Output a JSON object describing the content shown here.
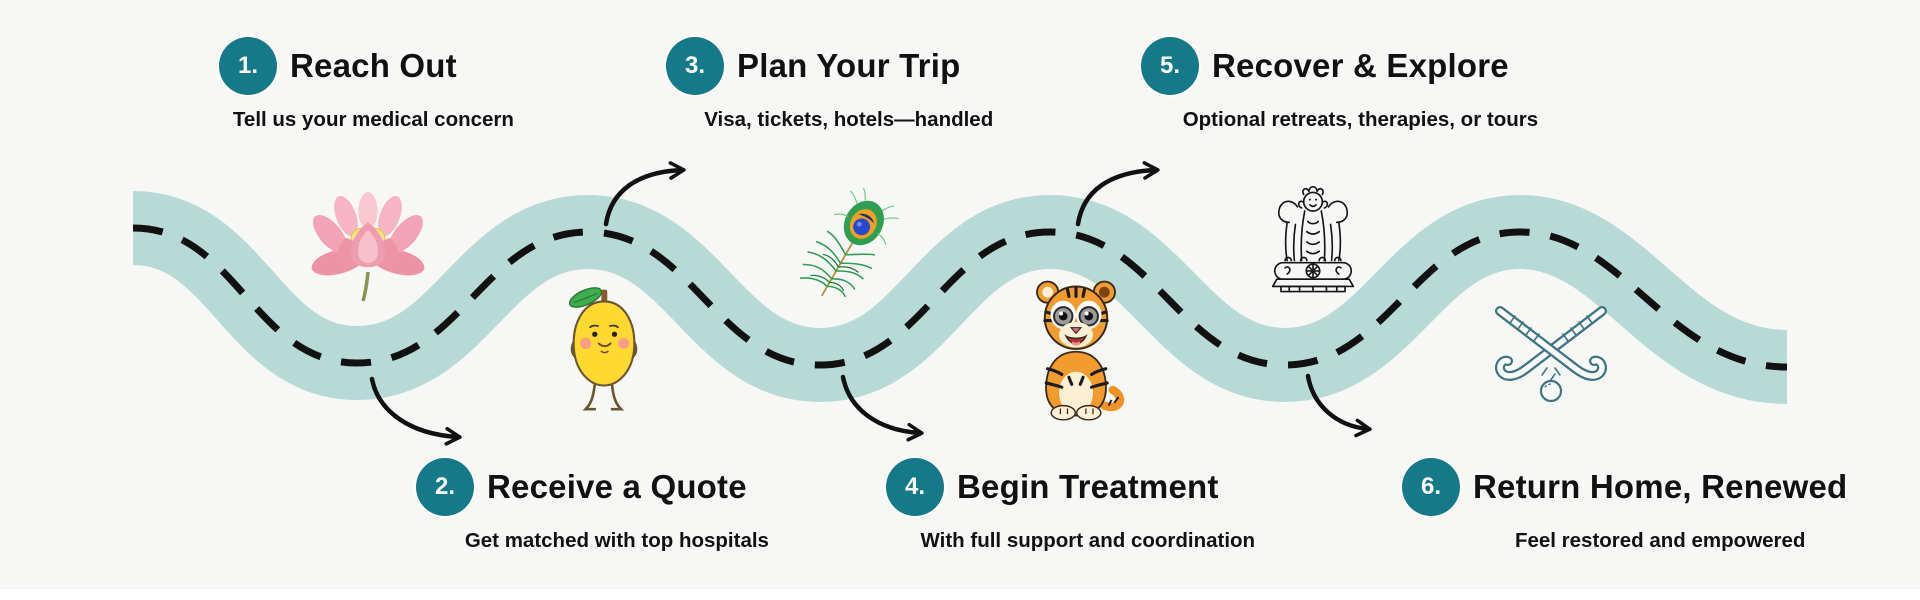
{
  "title": "Medical travel journey roadmap",
  "colors": {
    "background": "#f7f8f6",
    "road": "#b8dad6",
    "dash_line": "#111111",
    "step_circle": "#15798a",
    "text": "#111111",
    "hockey_line": "#3e7585"
  },
  "steps": [
    {
      "number": "1.",
      "title": "Reach Out",
      "subtitle": "Tell us your medical concern"
    },
    {
      "number": "2.",
      "title": "Receive a Quote",
      "subtitle": "Get matched with top hospitals"
    },
    {
      "number": "3.",
      "title": "Plan Your Trip",
      "subtitle": "Visa, tickets, hotels—handled"
    },
    {
      "number": "4.",
      "title": "Begin Treatment",
      "subtitle": "With full support and coordination"
    },
    {
      "number": "5.",
      "title": "Recover & Explore",
      "subtitle": "Optional retreats, therapies, or tours"
    },
    {
      "number": "6.",
      "title": "Return Home, Renewed",
      "subtitle": "Feel restored and empowered"
    }
  ],
  "icons": [
    "lotus-flower",
    "mango-character",
    "peacock-feather",
    "tiger-cub",
    "india-national-emblem",
    "crossed-hockey-sticks"
  ]
}
